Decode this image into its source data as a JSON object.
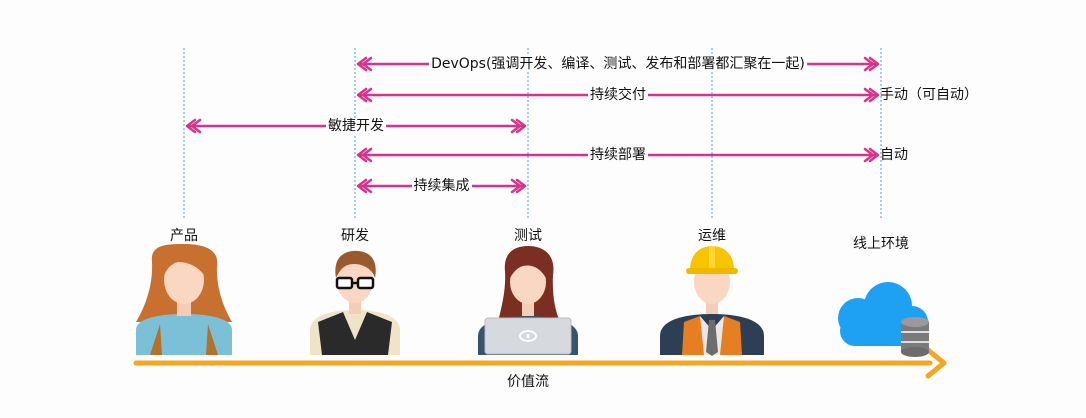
{
  "roles": [
    {
      "label": "产品"
    },
    {
      "label": "研发"
    },
    {
      "label": "测试"
    },
    {
      "label": "运维"
    },
    {
      "label": "线上环境"
    }
  ],
  "bars": [
    {
      "label": "DevOps(强调开发、编译、测试、发布和部署都汇聚在一起)",
      "from_role": 1,
      "to_role": 4,
      "note": ""
    },
    {
      "label": "持续交付",
      "from_role": 1,
      "to_role": 4,
      "note": "手动（可自动）"
    },
    {
      "label": "敏捷开发",
      "from_role": 0,
      "to_role": 2,
      "note": ""
    },
    {
      "label": "持续部署",
      "from_role": 1,
      "to_role": 4,
      "note": "自动"
    },
    {
      "label": "持续集成",
      "from_role": 1,
      "to_role": 2,
      "note": ""
    }
  ],
  "value_stream": {
    "label": "价值流"
  },
  "colors": {
    "arrow": "#d6338f",
    "guide": "#4a9fc9",
    "value_stream": "#f5a623"
  }
}
